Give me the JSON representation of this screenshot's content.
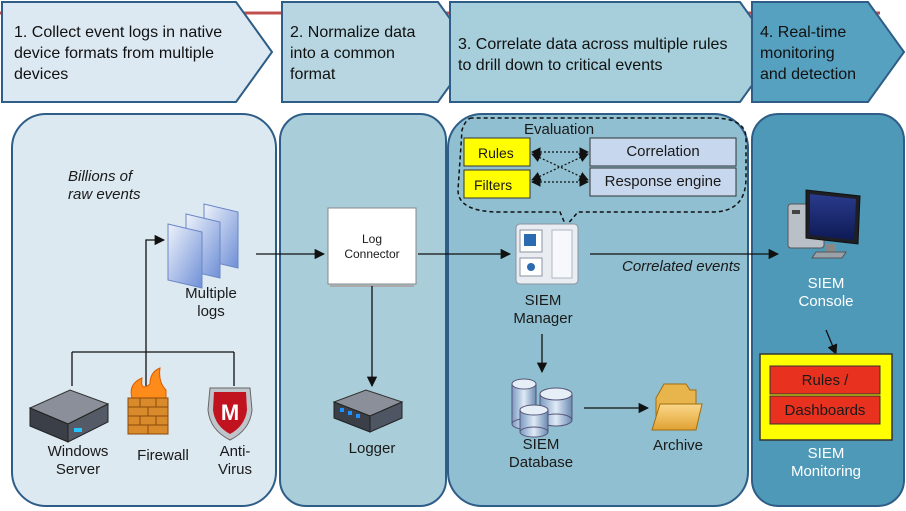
{
  "steps": [
    {
      "text": "1. Collect event logs in native device formats from multiple devices"
    },
    {
      "text": "2. Normalize data into a common format"
    },
    {
      "text": "3. Correlate data across multiple rules  to drill down to critical events"
    },
    {
      "text": "4. Real-time monitoring and detection"
    }
  ],
  "collect": {
    "raw_events": "Billions of raw events",
    "multiple_logs": "Multiple logs",
    "windows_server": "Windows Server",
    "firewall": "Firewall",
    "antivirus": "Anti-Virus"
  },
  "normalize": {
    "log_connector": "Log Connector",
    "logger": "Logger"
  },
  "correlate": {
    "evaluation": "Evaluation",
    "rules": "Rules",
    "filters": "Filters",
    "correlation": "Correlation",
    "response_engine": "Response engine",
    "siem_manager": "SIEM Manager",
    "siem_database": "SIEM Database",
    "archive": "Archive",
    "correlated_events": "Correlated events"
  },
  "monitor": {
    "siem_console": "SIEM Console",
    "rules": "Rules /",
    "dashboards": "Dashboards",
    "siem_monitoring": "SIEM Monitoring"
  },
  "colors": {
    "panel1": "#dce9f1",
    "panel2": "#a9cdd9",
    "panel3": "#8fbfd0",
    "panel4": "#4f99b8",
    "border": "#2e5d88",
    "rules_box": "#ffff00",
    "red": "#e8321f"
  }
}
